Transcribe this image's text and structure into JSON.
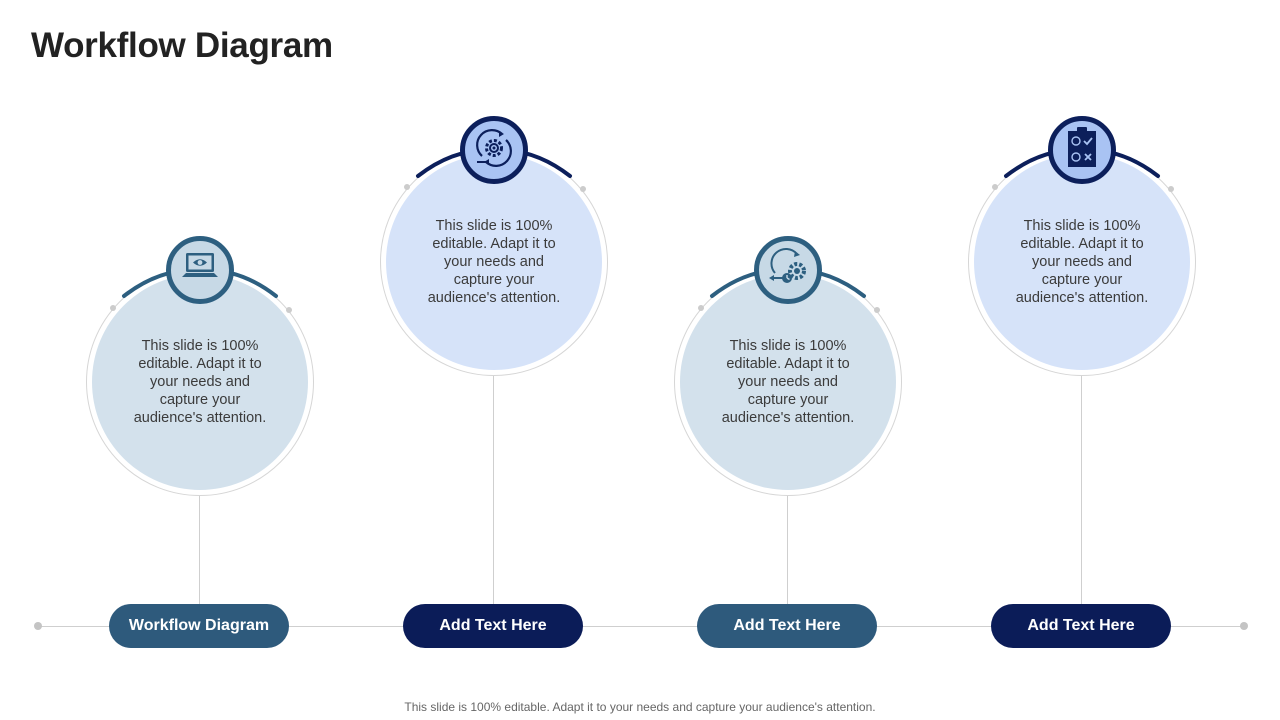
{
  "title": "Workflow Diagram",
  "colors": {
    "teal": "#2e5a7c",
    "navy": "#0b1c58",
    "disc_light": "#d3e1ec",
    "disc_blue": "#d6e3f9",
    "line": "#cfcfcf"
  },
  "steps": [
    {
      "icon": "laptop-eye-icon",
      "text": "This slide is 100% editable. Adapt it to your needs and capture your audience's attention.",
      "label": "Workflow Diagram",
      "style": "teal"
    },
    {
      "icon": "gear-cycle-icon",
      "text": "This slide is 100% editable. Adapt it to your needs and capture your audience's attention.",
      "label": "Add Text Here",
      "style": "navy"
    },
    {
      "icon": "gear-clock-icon",
      "text": "This slide is 100% editable. Adapt it to your needs and capture your audience's attention.",
      "label": "Add Text Here",
      "style": "teal"
    },
    {
      "icon": "clipboard-checklist-icon",
      "text": "This slide is 100% editable. Adapt it to your needs and capture your audience's attention.",
      "label": "Add Text Here",
      "style": "navy"
    }
  ],
  "footer": "This slide is 100% editable. Adapt it to your needs and capture your audience's attention."
}
